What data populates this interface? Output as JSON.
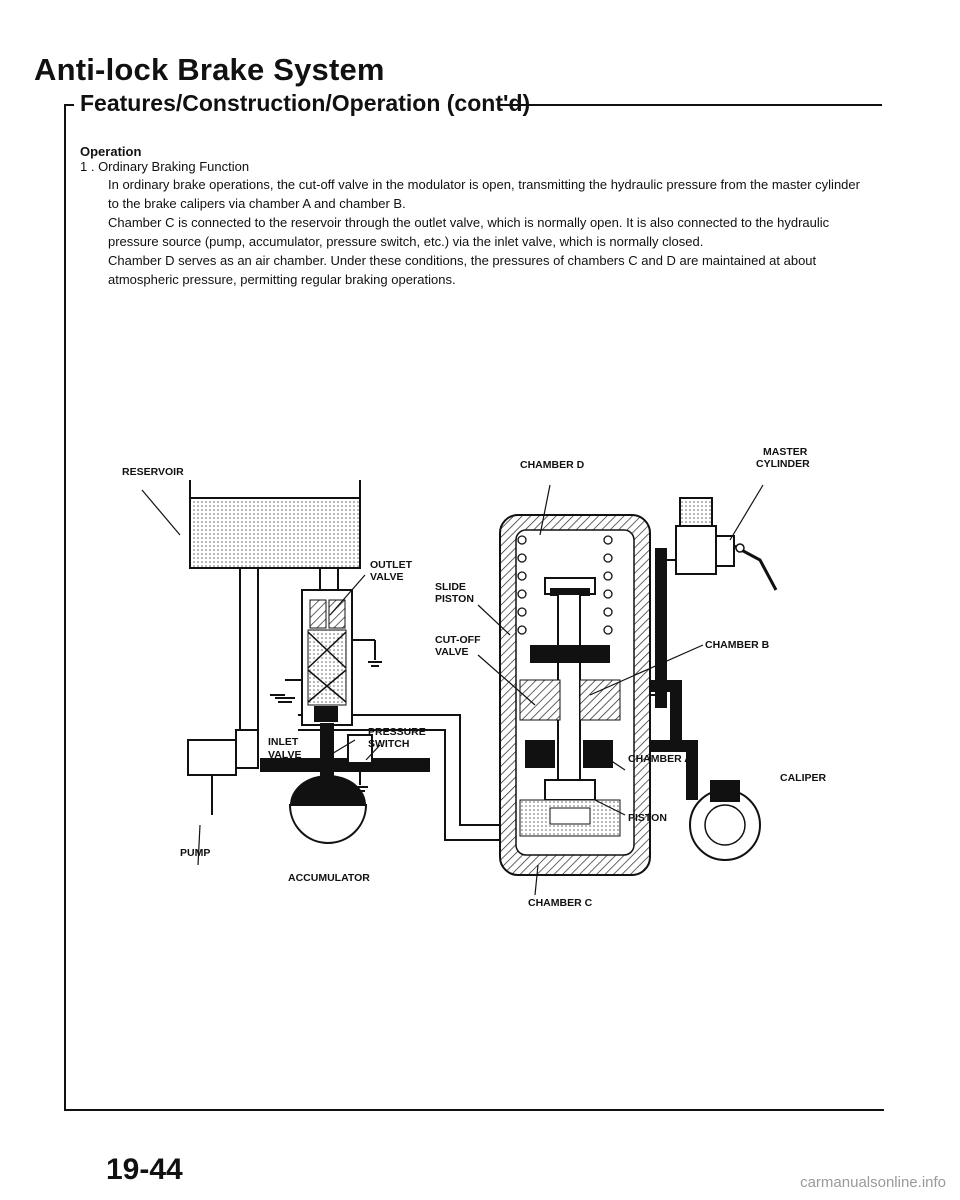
{
  "header": {
    "title": "Anti-lock Brake System",
    "subtitle": "Features/Construction/Operation (cont'd)"
  },
  "section": {
    "heading": "Operation",
    "item_label": "1 .  Ordinary Braking Function",
    "paragraphs": [
      "In ordinary brake operations, the cut-off valve in the modulator is open, transmitting the hydraulic pressure from the master cylinder to the brake calipers via chamber A and chamber B.",
      "Chamber C is connected to the reservoir through the outlet valve, which is normally open. It is also connected to the hydraulic pressure source (pump, accumulator, pressure switch, etc.) via the inlet valve, which is normally closed.",
      "Chamber D serves as an air chamber. Under these conditions, the pressures of chambers C and D are maintained at about atmospheric pressure, permitting regular braking operations."
    ]
  },
  "diagram": {
    "labels": {
      "reservoir": "RESERVOIR",
      "outlet_valve_1": "OUTLET",
      "outlet_valve_2": "VALVE",
      "chamber_d": "CHAMBER D",
      "master_cylinder_1": "MASTER",
      "master_cylinder_2": "CYLINDER",
      "slide_piston_1": "SLIDE",
      "slide_piston_2": "PISTON",
      "cut_off_valve_1": "CUT-OFF",
      "cut_off_valve_2": "VALVE",
      "chamber_b": "CHAMBER B",
      "pressure_switch_1": "PRESSURE",
      "pressure_switch_2": "SWITCH",
      "inlet_valve_1": "INLET",
      "inlet_valve_2": "VALVE",
      "chamber_a": "CHAMBER A",
      "caliper": "CALIPER",
      "piston": "PISTON",
      "pump": "PUMP",
      "accumulator": "ACCUMULATOR",
      "chamber_c": "CHAMBER C"
    }
  },
  "footer": {
    "page_number": "19-44",
    "watermark": "carmanualsonline.info"
  }
}
